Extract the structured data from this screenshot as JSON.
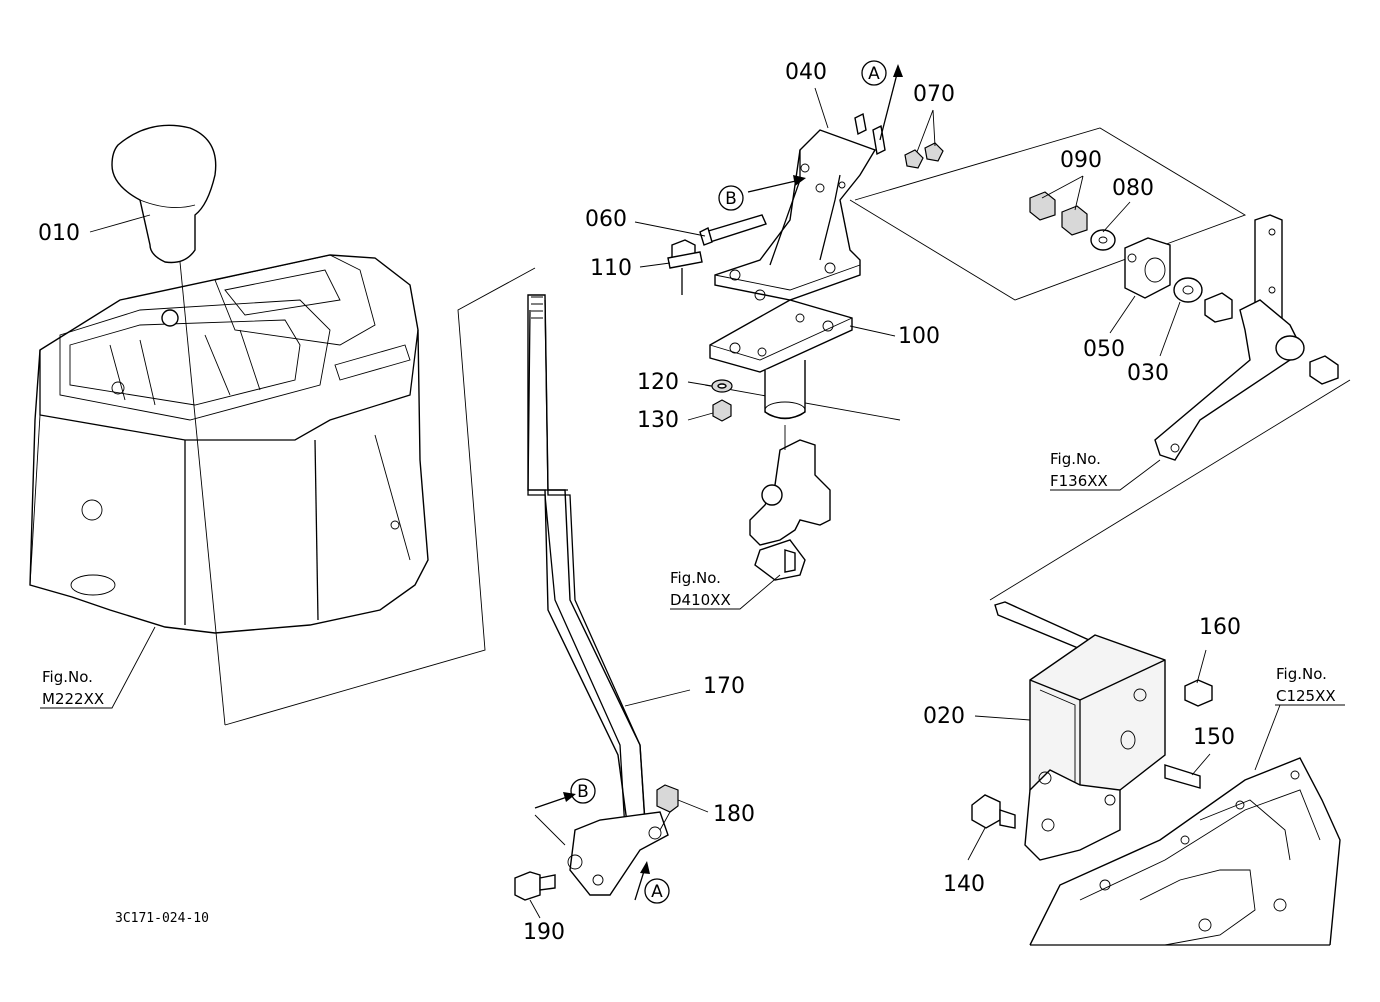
{
  "parts": {
    "p010": "010",
    "p020": "020",
    "p030": "030",
    "p040": "040",
    "p050": "050",
    "p060": "060",
    "p070": "070",
    "p080": "080",
    "p090": "090",
    "p100": "100",
    "p110": "110",
    "p120": "120",
    "p130": "130",
    "p140": "140",
    "p150": "150",
    "p160": "160",
    "p170": "170",
    "p180": "180",
    "p190": "190"
  },
  "figure_refs": {
    "m222": {
      "line1": "Fig.No.",
      "line2": "M222XX"
    },
    "d410": {
      "line1": "Fig.No.",
      "line2": "D410XX"
    },
    "f136": {
      "line1": "Fig.No.",
      "line2": "F136XX"
    },
    "c125": {
      "line1": "Fig.No.",
      "line2": "C125XX"
    }
  },
  "reference_marks": {
    "a_top": "A",
    "a_bottom": "A",
    "b_top": "B",
    "b_bottom": "B"
  },
  "drawing_code": "3C171-024-10"
}
